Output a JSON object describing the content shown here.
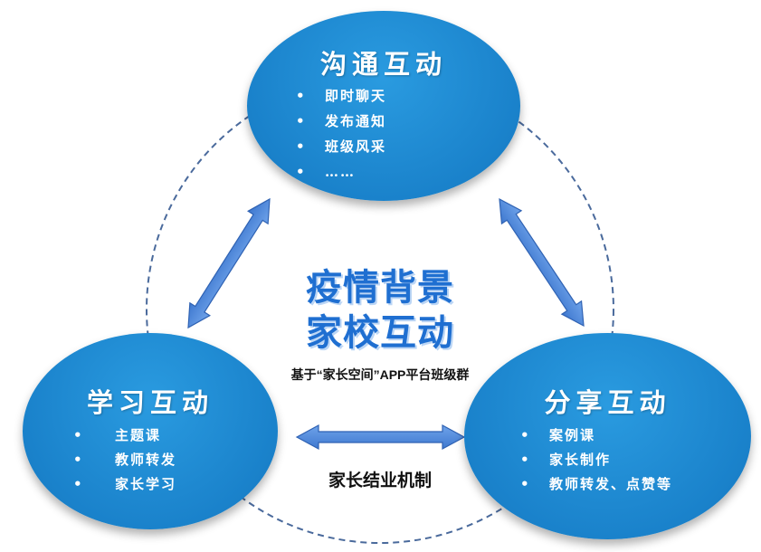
{
  "center": {
    "line1": "疫情背景",
    "line2": "家校互动",
    "subtitle": "基于“家长空间”APP平台班级群",
    "mechanism": "家长结业机制"
  },
  "nodes": {
    "top": {
      "title": "沟通互动",
      "items": [
        "即时聊天",
        "发布通知",
        "班级风采",
        "……"
      ]
    },
    "left": {
      "title": "学习互动",
      "items": [
        "主题课",
        "教师转发",
        "家长学习"
      ]
    },
    "right": {
      "title": "分享互动",
      "items": [
        "案例课",
        "家长制作",
        "教师转发、点赞等"
      ]
    }
  },
  "colors": {
    "bubble": "#1a82cb",
    "arrow": "#4a86d8",
    "center_text": "#1f6fd1",
    "dashed_ring": "#4a6a9c"
  }
}
